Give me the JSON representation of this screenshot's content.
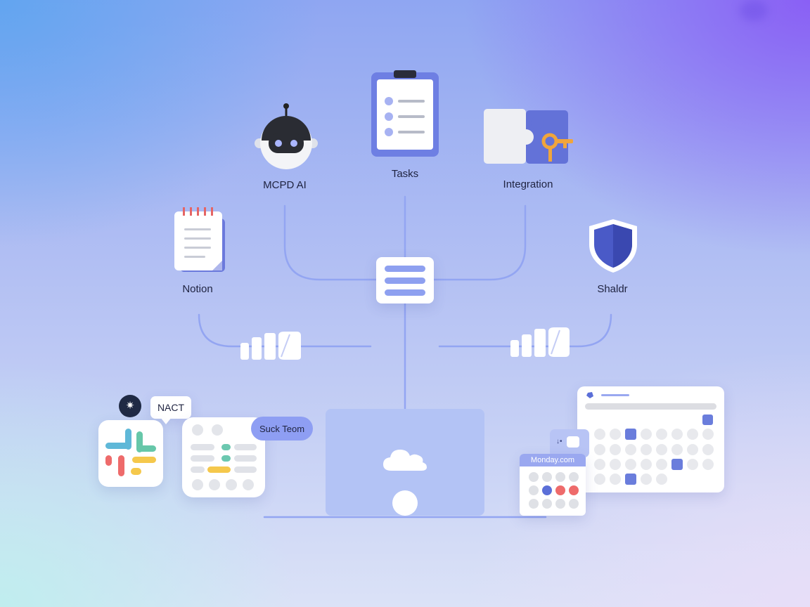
{
  "nodes": {
    "ai": {
      "label": "MCPD AI",
      "icon": "robot-icon"
    },
    "tasks": {
      "label": "Tasks",
      "icon": "clipboard-icon"
    },
    "integration": {
      "label": "Integration",
      "icon": "puzzle-key-icon"
    },
    "notion": {
      "label": "Notion",
      "icon": "notepad-icon"
    },
    "security": {
      "label": "Shaldr",
      "icon": "shield-icon"
    },
    "hub": {
      "icon": "hub-list-icon"
    },
    "laptop": {
      "icon": "cloud-laptop-icon"
    }
  },
  "slack_group": {
    "badge_text": "NACT",
    "bubble_text": "Suck Teom",
    "icons": [
      "slack-icon",
      "gear-icon"
    ]
  },
  "monday_group": {
    "label": "Monday.com",
    "icons": [
      "calendar-icon"
    ]
  },
  "colors": {
    "accent": "#5b6fd8",
    "line": "#8fa2f0",
    "bubble": "#8e9ef3"
  }
}
